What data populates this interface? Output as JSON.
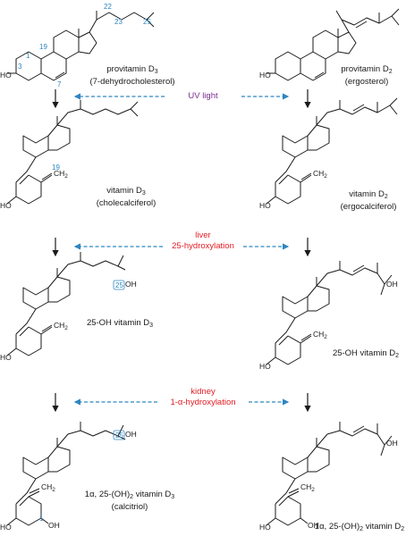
{
  "colors": {
    "ink": "#1a1a1a",
    "step_uv": "#7b2d8e",
    "step_red": "#e31b23",
    "dash": "#2e86c1",
    "number": "#2e86c1"
  },
  "compounds": {
    "provitamin_d3": {
      "line1": "provitamin D",
      "sub1": "3",
      "line2": "(7-dehydrocholesterol)"
    },
    "provitamin_d2": {
      "line1": "provitamin D",
      "sub1": "2",
      "line2": "(ergosterol)"
    },
    "vitamin_d3": {
      "line1": "vitamin D",
      "sub1": "3",
      "line2": "(cholecalciferol)"
    },
    "vitamin_d2": {
      "line1": "vitamin D",
      "sub1": "2",
      "line2": "(ergocalciferol)"
    },
    "oh_d3": {
      "line1": "25-OH vitamin D",
      "sub1": "3"
    },
    "oh_d2": {
      "line1": "25-OH vitamin D",
      "sub1": "2"
    },
    "calcitriol": {
      "line1a": "1α, 25-(OH)",
      "sub_a": "2",
      "line1b": " vitamin D",
      "sub_b": "3",
      "line2": "(calcitriol)"
    },
    "dihydroxy_d2": {
      "line1a": "1α, 25-(OH)",
      "sub_a": "2",
      "line1b": " vitamin D",
      "sub_b": "2"
    }
  },
  "steps": {
    "uv": "UV light",
    "liver_1": "liver",
    "liver_2": "25-hydroxylation",
    "kidney_1": "kidney",
    "kidney_2": "1-α-hydroxylation"
  },
  "atoms": {
    "ho": "HO",
    "oh": "OH",
    "ch2": "CH",
    "ch2_sub": "2"
  },
  "numbering": {
    "n1": "1",
    "n3": "3",
    "n7": "7",
    "n19": "19",
    "n22": "22",
    "n23": "23",
    "n25": "25"
  }
}
